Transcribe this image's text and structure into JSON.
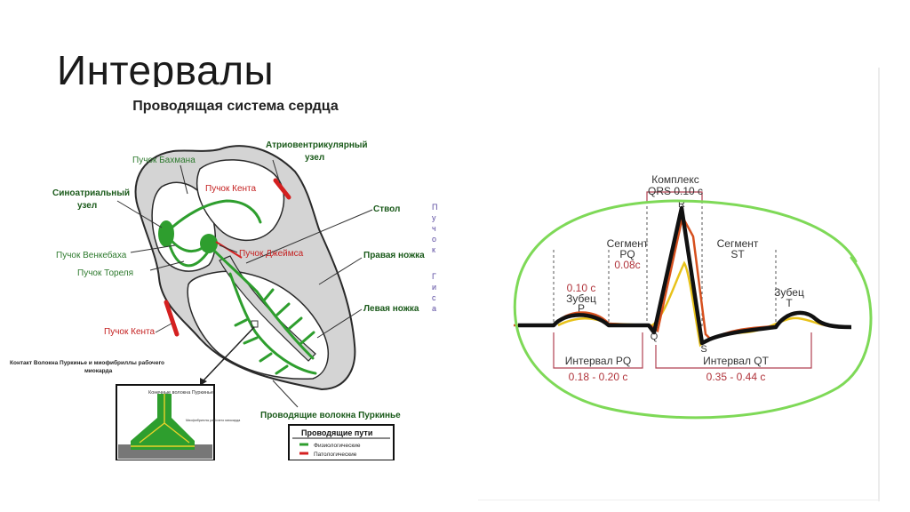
{
  "slide": {
    "title": "Интервалы"
  },
  "heart": {
    "title": "Проводящая система сердца",
    "labels": {
      "bachmann": "Пучок Бахмана",
      "kent_top": "Пучок Кента",
      "av_node_1": "Атриовентрикулярный",
      "av_node_2": "узел",
      "sa_node_1": "Синоатриальный",
      "sa_node_2": "узел",
      "trunk": "Ствол",
      "wenckebach": "Пучок Венкебаха",
      "james": "Пучок Джеймса",
      "thorel": "Пучок Тореля",
      "right_branch": "Правая ножка",
      "left_branch": "Левая ножка",
      "kent_bottom": "Пучок Кента",
      "purkinje": "Проводящие волокна Пуркинье",
      "contact_1": "Контакт Волокна Пуркинье и миофибриллы рабочего",
      "contact_2": "миокарда",
      "inset_title": "Конечные волокна Пуркинье",
      "inset_side": "Миофибриллы рабочего миокарда"
    },
    "his_vertical": [
      "П",
      "у",
      "ч",
      "о",
      "к",
      "",
      "Г",
      "и",
      "с",
      "а"
    ],
    "legend": {
      "title": "Проводящие пути",
      "items": [
        {
          "label": "Физиологические",
          "color": "#2e9e2e"
        },
        {
          "label": "Патологические",
          "color": "#d42020"
        }
      ]
    },
    "colors": {
      "muscle": "#d4d4d4",
      "outline": "#2a2a2a",
      "path_green": "#2e9e2e",
      "path_red": "#d42020"
    }
  },
  "ecg": {
    "labels": {
      "qrs_1": "Комплекс",
      "qrs_2": "QRS 0.10 с",
      "r": "R",
      "q": "Q",
      "s": "S",
      "seg_pq_1": "Сегмент",
      "seg_pq_2": "PQ",
      "seg_pq_3": "0.08с",
      "seg_st_1": "Сегмент",
      "seg_st_2": "ST",
      "p_dur": "0.10 с",
      "p_wave_1": "Зубец",
      "p_wave_2": "P",
      "t_wave_1": "Зубец",
      "t_wave_2": "T",
      "pq_interval": "Интервал PQ",
      "pq_range": "0.18 - 0.20 с",
      "qt_interval": "Интервал QT",
      "qt_range": "0.35 - 0.44 с"
    },
    "colors": {
      "trace_black": "#111111",
      "trace_red": "#d6501e",
      "trace_yellow": "#e8c21a",
      "text": "#333333",
      "value_text": "#b0333a",
      "bracket": "#b04050",
      "annotation_circle": "#7ed957"
    }
  }
}
